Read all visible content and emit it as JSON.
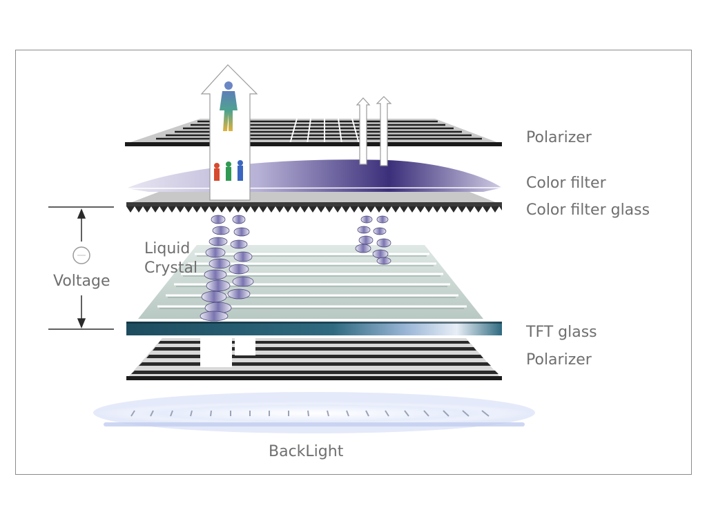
{
  "labels": {
    "polarizer_top": "Polarizer",
    "color_filter": "Color filter",
    "color_filter_glass": "Color filter glass",
    "liquid_crystal_1": "Liquid",
    "liquid_crystal_2": "Crystal",
    "voltage": "Voltage",
    "tft_glass": "TFT glass",
    "polarizer_bottom": "Polarizer",
    "backlight": "BackLight"
  }
}
